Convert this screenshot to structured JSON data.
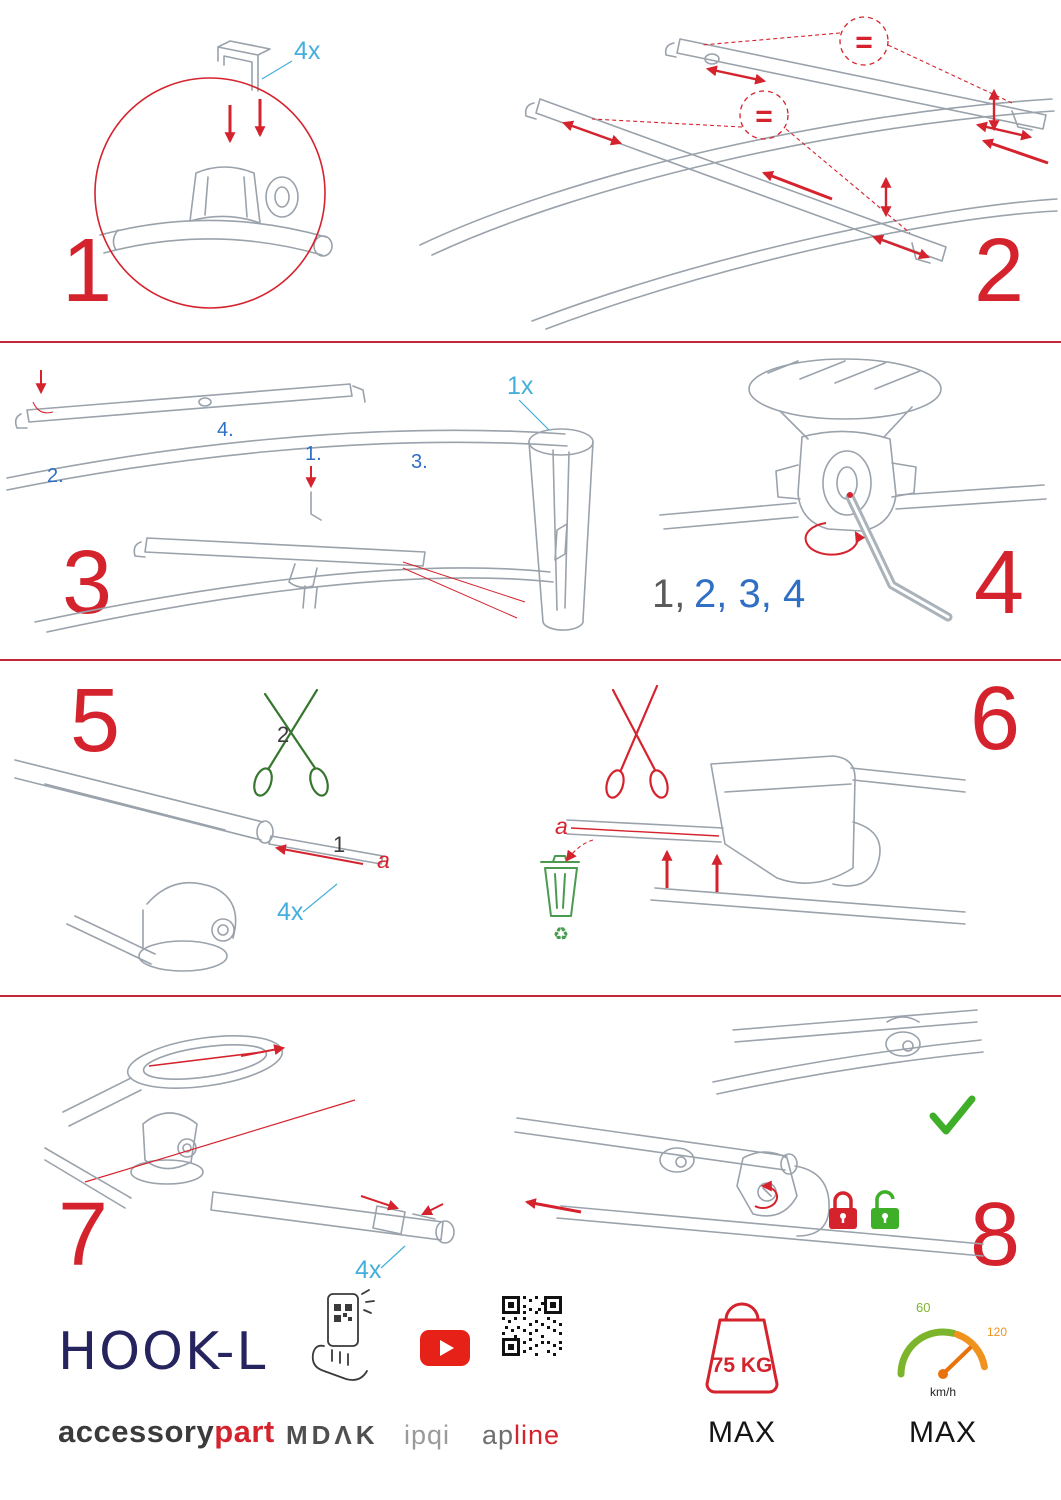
{
  "colors": {
    "accent_red": "#d5232e",
    "annotation_cyan": "#45aedd",
    "annotation_blue": "#2f6fc4",
    "status_green": "#3fae29",
    "brand_navy": "#26245e",
    "speed_green": "#7cb52b",
    "speed_orange": "#f0931e"
  },
  "steps": {
    "s1": {
      "number": "1",
      "qty": "4x"
    },
    "s2": {
      "number": "2",
      "equal_top": "=",
      "equal_mid": "="
    },
    "s3": {
      "number": "3",
      "qty": "1x",
      "sub_1": "1.",
      "sub_2": "2.",
      "sub_3": "3.",
      "sub_4": "4."
    },
    "s4": {
      "number": "4",
      "seq_first": "1,",
      "seq_rest": "2, 3, 4"
    },
    "s5": {
      "number": "5",
      "label_1": "1",
      "label_2": "2",
      "label_a": "a",
      "qty": "4x"
    },
    "s6": {
      "number": "6",
      "label_a": "a"
    },
    "s7": {
      "number": "7",
      "qty": "4x"
    },
    "s8": {
      "number": "8"
    }
  },
  "icons": {
    "recycle_glyph": "♻"
  },
  "footer": {
    "product_name": "HOOK-L",
    "brand_primary": "accessory",
    "brand_accent": "part",
    "logo_mdak": "MDΛK",
    "logo_ipqi": "ipqi",
    "logo_apline_prefix": "ap",
    "logo_apline_accent": "line",
    "weight_value": "75 KG",
    "weight_max": "MAX",
    "speed_low": "60",
    "speed_high": "120",
    "speed_unit": "km/h",
    "speed_max": "MAX"
  }
}
